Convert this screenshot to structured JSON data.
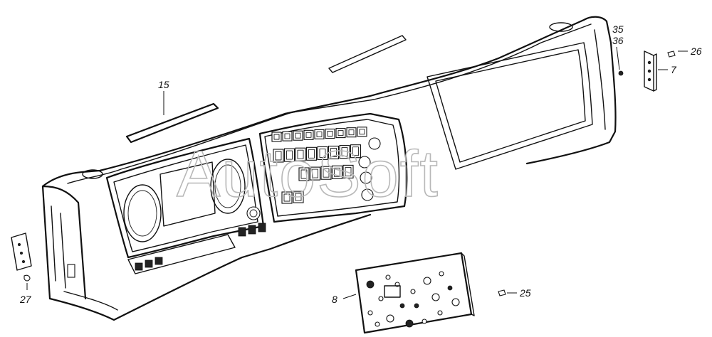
{
  "watermark": "AutoSoft",
  "callouts": {
    "c15": "15",
    "c35": "35",
    "c36": "36",
    "c26": "26",
    "c7": "7",
    "c27": "27",
    "c8": "8",
    "c25": "25"
  },
  "colors": {
    "line": "#111111",
    "watermark": "#b8b8b8",
    "background": "#ffffff"
  }
}
